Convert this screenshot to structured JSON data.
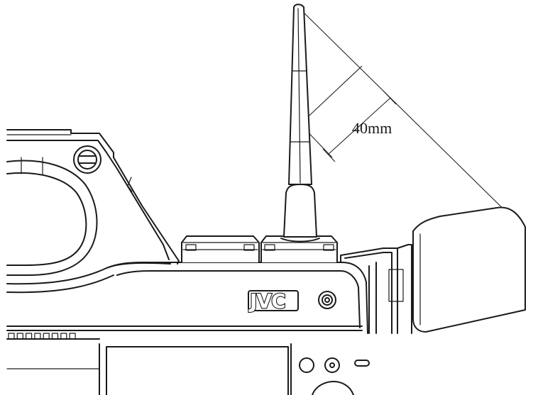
{
  "dimension_label": "40mm",
  "brand_logo_text": "JVC",
  "indicator_count": 8,
  "colors": {
    "line": "#1a1a1a",
    "background": "#ffffff"
  }
}
